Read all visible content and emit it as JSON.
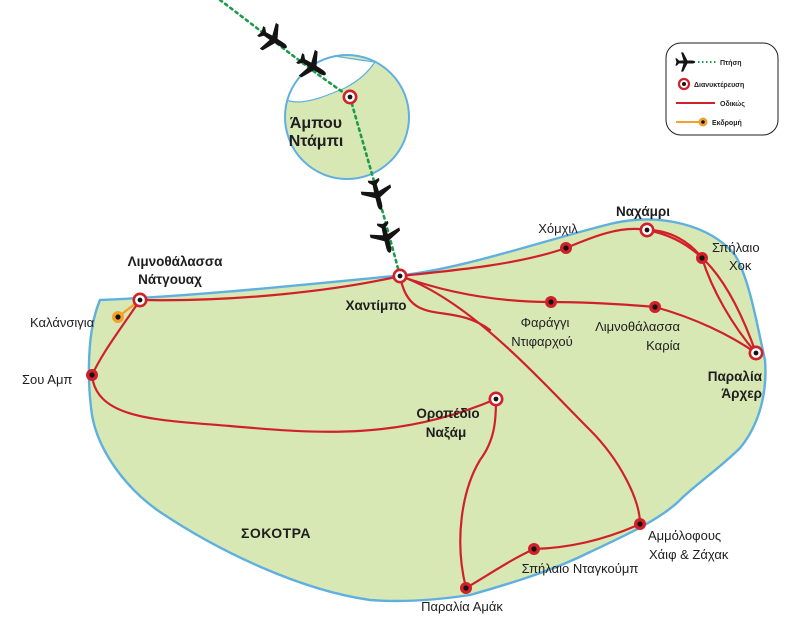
{
  "colors": {
    "land": "#d8e8b4",
    "coast": "#5fb0df",
    "road": "#d0212a",
    "flight": "#1e9b4a",
    "excursion": "#f2a12e",
    "plane": "#141414"
  },
  "island": {
    "name": "ΣΟΚΟΤΡΑ"
  },
  "inset": {
    "city_line1": "Άμπου",
    "city_line2": "Ντάμπι"
  },
  "places": {
    "hadibo": "Χαντίμπο",
    "homhil": "Χόμχιλ",
    "nahamri": "Ναχάμρι",
    "hoq_line1": "Σπήλαιο",
    "hoq_line2": "Χοκ",
    "archer_line1": "Παραλία",
    "archer_line2": "Άρχερ",
    "firhmin_line1": "Φαράγγι",
    "firhmin_line2": "Ντιφαρχού",
    "qaria_line1": "Λιμνοθάλασσα",
    "qaria_line2": "Καρία",
    "diksam_line1": "Οροπέδιο",
    "diksam_line2": "Ναξάμ",
    "zahak_line1": "Αμμόλοφους",
    "zahak_line2": "Χάιφ & Ζάχακ",
    "dagoub": "Σπήλαιο Νταγκούμπ",
    "amak": "Παραλία Αμάκ",
    "detwah_line1": "Λιμνοθάλασσα",
    "detwah_line2": "Νάτγουαχ",
    "qalansiyah": "Καλάνσιγια",
    "shoab": "Σου Αμπ"
  },
  "legend": {
    "flight": "Πτήση",
    "overnight": "Διανυκτέρευση",
    "road": "Οδικώς",
    "excursion": "Εκδρομή"
  },
  "icons": {
    "plane": "airplane-icon",
    "overnight": "overnight-stop-marker",
    "excursion": "excursion-marker"
  }
}
